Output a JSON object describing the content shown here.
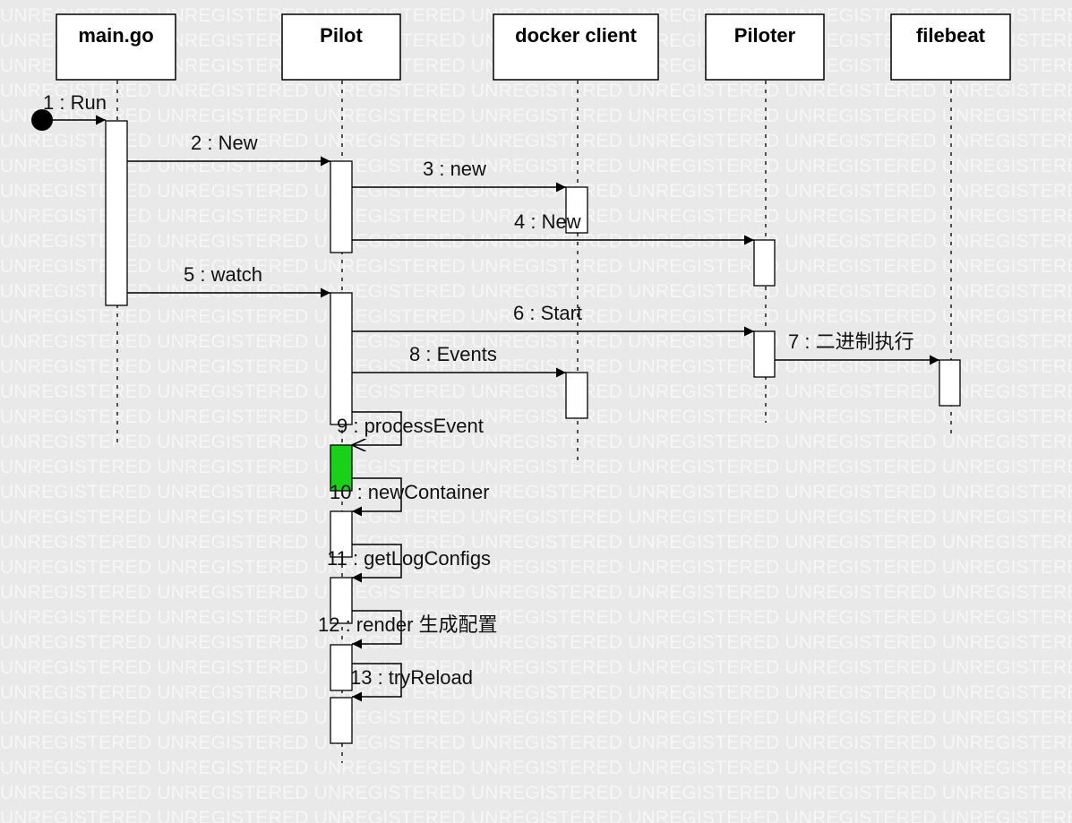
{
  "watermark": {
    "text": "UNREGISTERED"
  },
  "participants": [
    {
      "id": "main",
      "label": "main.go"
    },
    {
      "id": "pilot",
      "label": "Pilot"
    },
    {
      "id": "docker",
      "label": "docker client"
    },
    {
      "id": "piloter",
      "label": "Piloter"
    },
    {
      "id": "filebeat",
      "label": "filebeat"
    }
  ],
  "messages": [
    {
      "n": 1,
      "label": "1 : Run",
      "from": "start",
      "to": "main"
    },
    {
      "n": 2,
      "label": "2 : New",
      "from": "main",
      "to": "pilot"
    },
    {
      "n": 3,
      "label": "3 : new",
      "from": "pilot",
      "to": "docker"
    },
    {
      "n": 4,
      "label": "4 : New",
      "from": "pilot",
      "to": "piloter"
    },
    {
      "n": 5,
      "label": "5 : watch",
      "from": "main",
      "to": "pilot"
    },
    {
      "n": 6,
      "label": "6 : Start",
      "from": "pilot",
      "to": "piloter"
    },
    {
      "n": 7,
      "label": "7 : 二进制执行",
      "from": "piloter",
      "to": "filebeat"
    },
    {
      "n": 8,
      "label": "8 : Events",
      "from": "pilot",
      "to": "docker"
    },
    {
      "n": 9,
      "label": "9 : processEvent",
      "from": "pilot",
      "to": "pilot"
    },
    {
      "n": 10,
      "label": "10 : newContainer",
      "from": "pilot",
      "to": "pilot"
    },
    {
      "n": 11,
      "label": "11 : getLogConfigs",
      "from": "pilot",
      "to": "pilot"
    },
    {
      "n": 12,
      "label": "12 : render 生成配置",
      "from": "pilot",
      "to": "pilot"
    },
    {
      "n": 13,
      "label": "13 : tryReload",
      "from": "pilot",
      "to": "pilot"
    }
  ],
  "colors": {
    "background": "#e9e9e9",
    "highlight_activation": "#19d119",
    "watermark": "#f6f6f6"
  }
}
